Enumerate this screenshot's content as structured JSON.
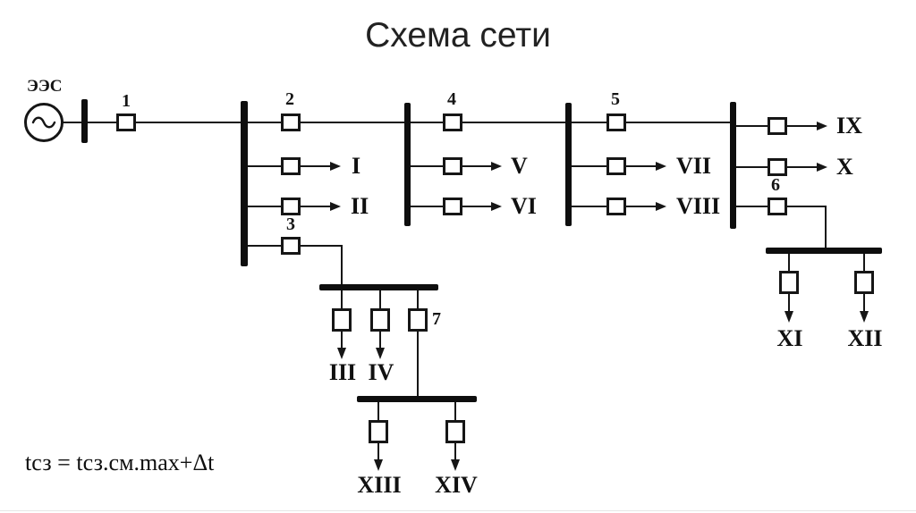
{
  "title": "Схема сети",
  "formula": "tсз = tсз.см.max+Δt",
  "diagram": {
    "source_label": "ЭЭС",
    "breakers": {
      "b1": "1",
      "b2": "2",
      "b3": "3",
      "b4": "4",
      "b5": "5",
      "b6": "6",
      "b7": "7"
    },
    "loads": {
      "l1": "I",
      "l2": "II",
      "l3": "III",
      "l4": "IV",
      "l5": "V",
      "l6": "VI",
      "l7": "VII",
      "l8": "VIII",
      "l9": "IX",
      "l10": "X",
      "l11": "XI",
      "l12": "XII",
      "l13": "XIII",
      "l14": "XIV"
    }
  }
}
